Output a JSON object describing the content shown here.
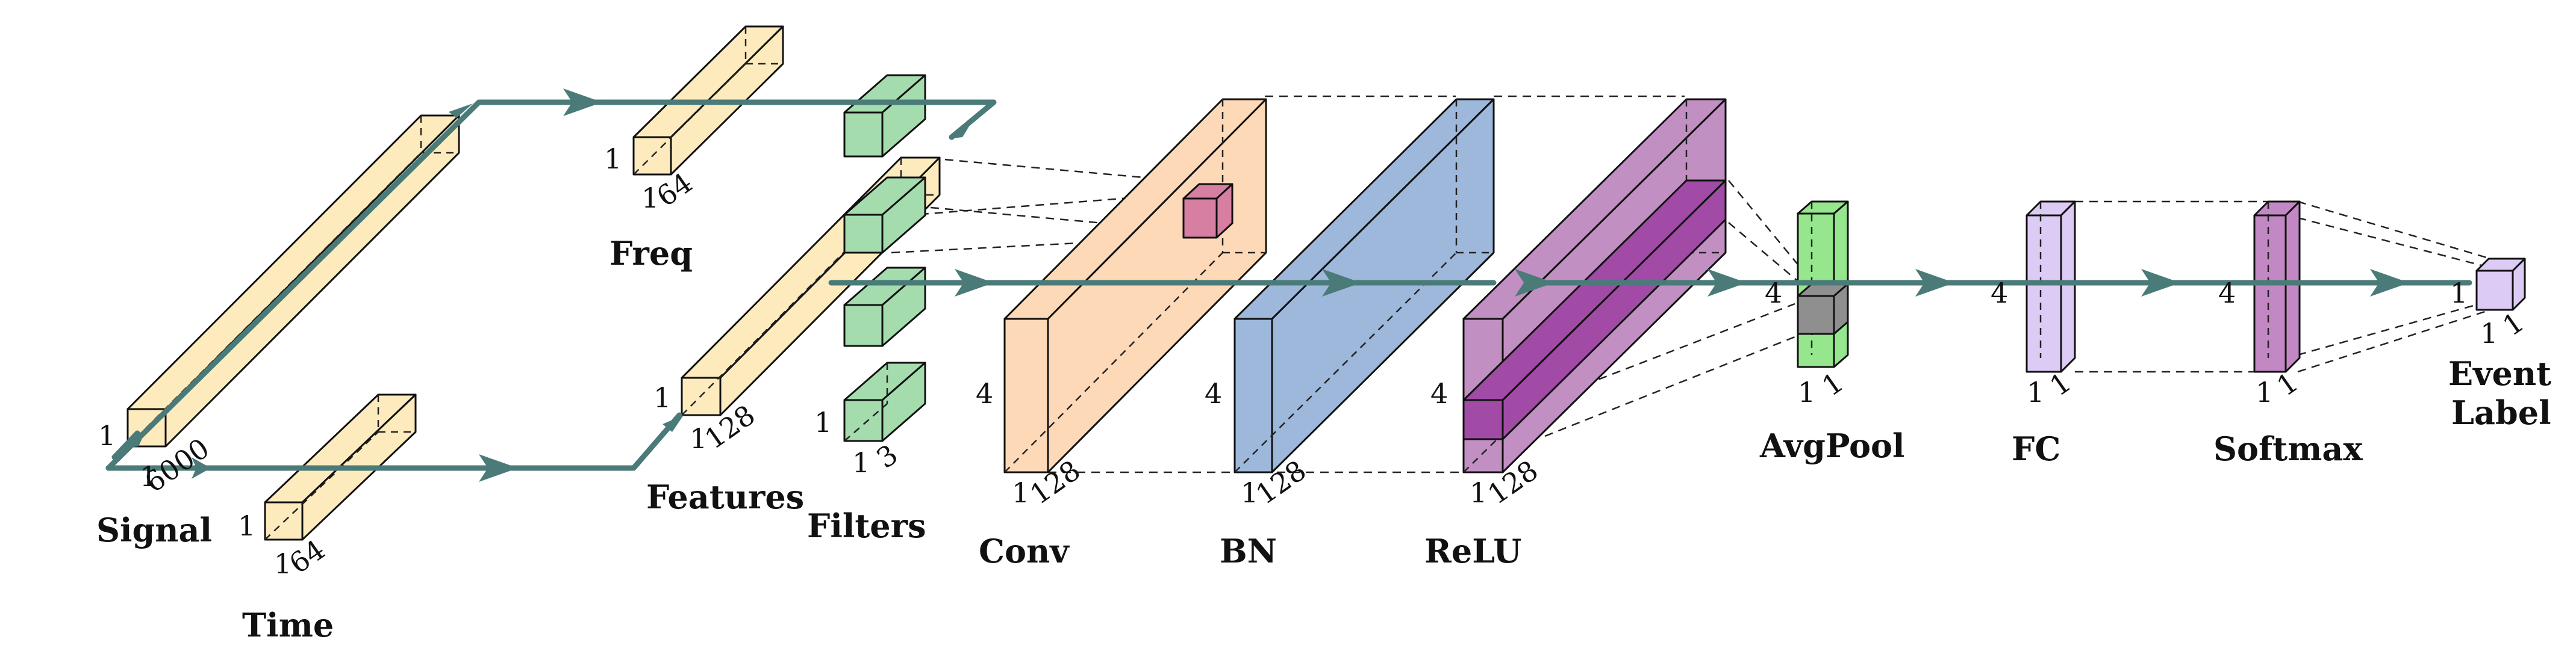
{
  "colors": {
    "signal": "#fdebbe",
    "filter": "#a4dcae",
    "conv": "#fdd9b7",
    "bn": "#9db8da",
    "relu": "#c18fc2",
    "relu_slice": "#a14aa6",
    "avgpool": "#95e68c",
    "pooled": "#8f8f8f",
    "kernel": "#d67fa3",
    "fc": "#dccbf4",
    "softmax": "#c288c4",
    "event": "#dccbf4",
    "flow": "#4a7b79"
  },
  "labels": {
    "signal": "Signal",
    "time": "Time",
    "freq": "Freq",
    "features": "Features",
    "filters": "Filters",
    "conv": "Conv",
    "bn": "BN",
    "relu": "ReLU",
    "avgpool": "AvgPool",
    "fc": "FC",
    "softmax": "Softmax",
    "event_line1": "Event",
    "event_line2": "Label"
  },
  "dims": {
    "signal": {
      "h": "1",
      "w": "1",
      "d": "6000"
    },
    "time": {
      "h": "1",
      "w": "1",
      "d": "64"
    },
    "freq": {
      "h": "1",
      "w": "1",
      "d": "64"
    },
    "features": {
      "h": "1",
      "w": "1",
      "d": "128"
    },
    "filter": {
      "h": "1",
      "w": "1",
      "d": "3"
    },
    "conv": {
      "h": "4",
      "w": "1",
      "d": "128"
    },
    "bn": {
      "h": "4",
      "w": "1",
      "d": "128"
    },
    "relu": {
      "h": "4",
      "w": "1",
      "d": "128"
    },
    "avgpool": {
      "h": "4",
      "w": "1",
      "d": "1"
    },
    "fc": {
      "h": "4",
      "w": "1",
      "d": "1"
    },
    "softmax": {
      "h": "4",
      "w": "1",
      "d": "1"
    },
    "event": {
      "h": "1",
      "w": "1",
      "d": "1"
    }
  }
}
